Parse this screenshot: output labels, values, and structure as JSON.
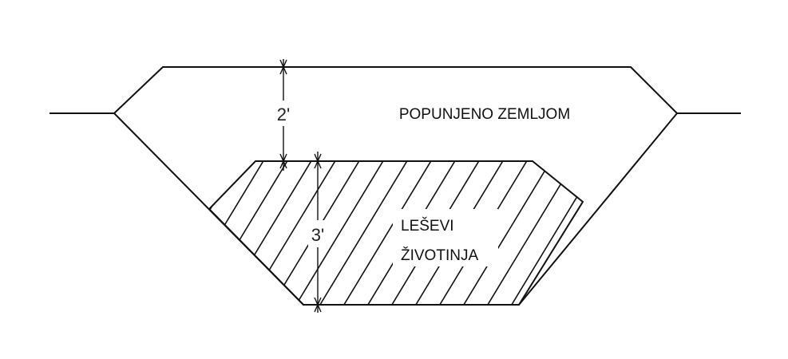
{
  "labels": {
    "fill_layer": "POPUNJENO ZEMLJOM",
    "carcasses_line1": "LEŠEVI",
    "carcasses_line2": "ŽIVOTINJA"
  },
  "dimensions": {
    "cover_depth": "2'",
    "carcass_depth": "3'"
  },
  "colors": {
    "background": "#ffffff",
    "line": "#111111"
  }
}
